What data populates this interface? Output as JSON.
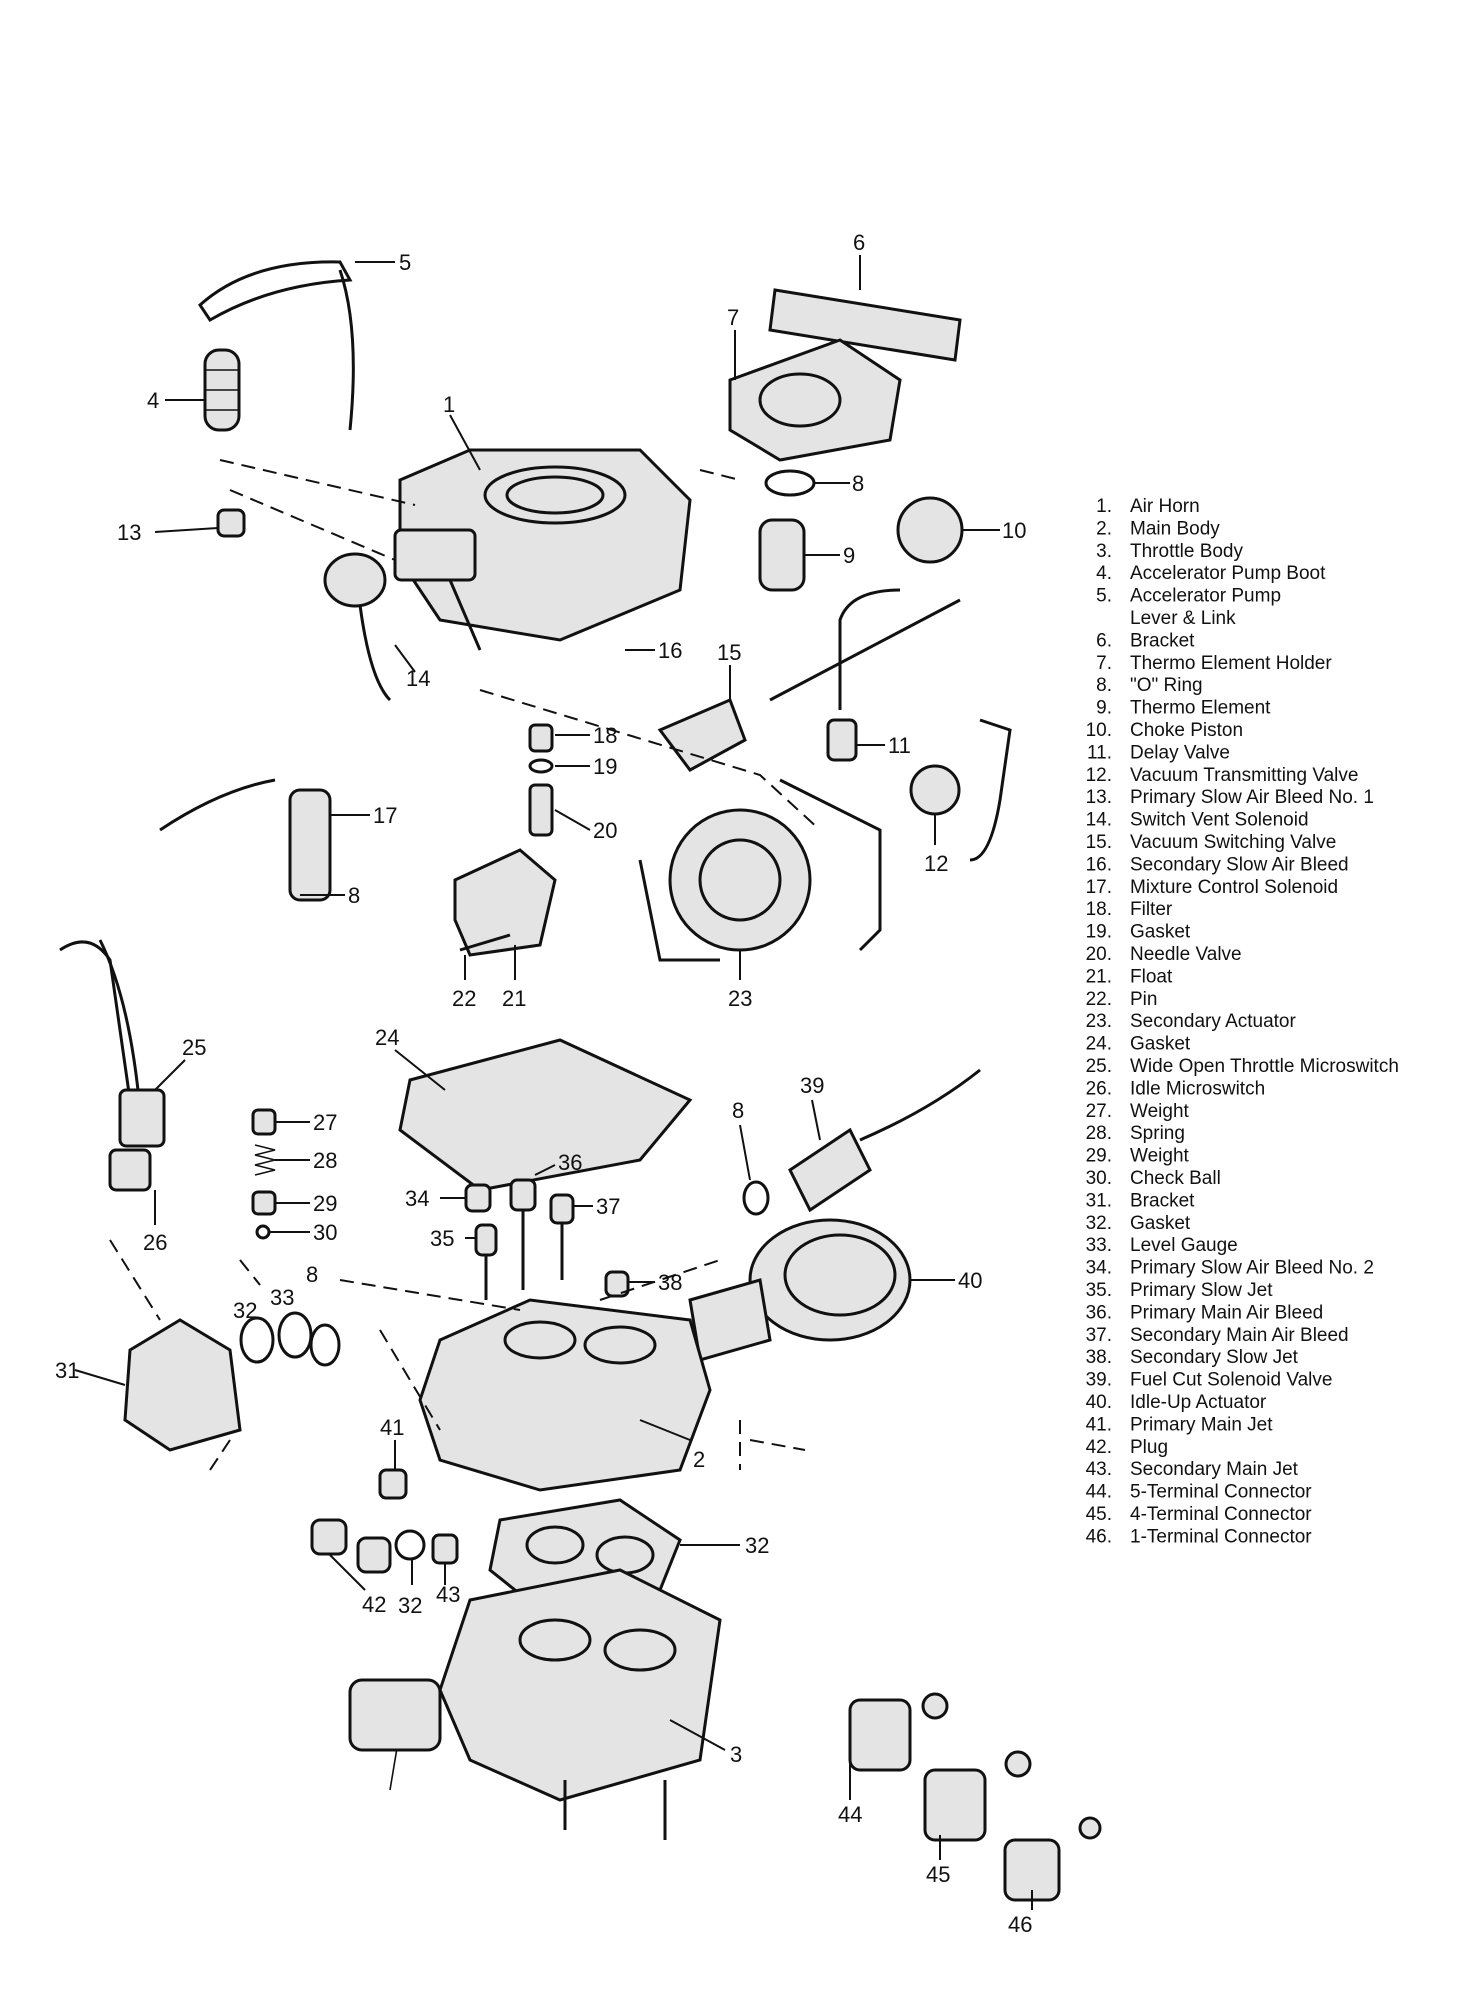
{
  "legend": [
    {
      "num": "1.",
      "label": "Air Horn"
    },
    {
      "num": "2.",
      "label": "Main Body"
    },
    {
      "num": "3.",
      "label": "Throttle Body"
    },
    {
      "num": "4.",
      "label": "Accelerator Pump Boot"
    },
    {
      "num": "5.",
      "label": "Accelerator Pump"
    },
    {
      "num": "",
      "label": "Lever & Link"
    },
    {
      "num": "6.",
      "label": "Bracket"
    },
    {
      "num": "7.",
      "label": "Thermo Element Holder"
    },
    {
      "num": "8.",
      "label": "\"O\" Ring"
    },
    {
      "num": "9.",
      "label": "Thermo Element"
    },
    {
      "num": "10.",
      "label": "Choke Piston"
    },
    {
      "num": "11.",
      "label": "Delay Valve"
    },
    {
      "num": "12.",
      "label": "Vacuum Transmitting Valve"
    },
    {
      "num": "13.",
      "label": "Primary Slow Air Bleed No. 1"
    },
    {
      "num": "14.",
      "label": "Switch Vent Solenoid"
    },
    {
      "num": "15.",
      "label": "Vacuum Switching Valve"
    },
    {
      "num": "16.",
      "label": "Secondary Slow Air Bleed"
    },
    {
      "num": "17.",
      "label": "Mixture Control Solenoid"
    },
    {
      "num": "18.",
      "label": "Filter"
    },
    {
      "num": "19.",
      "label": "Gasket"
    },
    {
      "num": "20.",
      "label": "Needle Valve"
    },
    {
      "num": "21.",
      "label": "Float"
    },
    {
      "num": "22.",
      "label": "Pin"
    },
    {
      "num": "23.",
      "label": "Secondary Actuator"
    },
    {
      "num": "24.",
      "label": "Gasket"
    },
    {
      "num": "25.",
      "label": "Wide Open Throttle Microswitch"
    },
    {
      "num": "26.",
      "label": "Idle Microswitch"
    },
    {
      "num": "27.",
      "label": "Weight"
    },
    {
      "num": "28.",
      "label": "Spring"
    },
    {
      "num": "29.",
      "label": "Weight"
    },
    {
      "num": "30.",
      "label": "Check Ball"
    },
    {
      "num": "31.",
      "label": "Bracket"
    },
    {
      "num": "32.",
      "label": "Gasket"
    },
    {
      "num": "33.",
      "label": "Level Gauge"
    },
    {
      "num": "34.",
      "label": "Primary Slow Air Bleed No. 2"
    },
    {
      "num": "35.",
      "label": "Primary Slow Jet"
    },
    {
      "num": "36.",
      "label": "Primary Main Air Bleed"
    },
    {
      "num": "37.",
      "label": "Secondary Main Air Bleed"
    },
    {
      "num": "38.",
      "label": "Secondary Slow Jet"
    },
    {
      "num": "39.",
      "label": "Fuel Cut Solenoid Valve"
    },
    {
      "num": "40.",
      "label": "Idle-Up Actuator"
    },
    {
      "num": "41.",
      "label": "Primary Main Jet"
    },
    {
      "num": "42.",
      "label": "Plug"
    },
    {
      "num": "43.",
      "label": "Secondary Main Jet"
    },
    {
      "num": "44.",
      "label": "5-Terminal Connector"
    },
    {
      "num": "45.",
      "label": "4-Terminal Connector"
    },
    {
      "num": "46.",
      "label": "1-Terminal Connector"
    }
  ],
  "callouts": [
    "1",
    "2",
    "3",
    "4",
    "5",
    "6",
    "7",
    "8",
    "8",
    "8",
    "8",
    "9",
    "10",
    "11",
    "12",
    "13",
    "14",
    "15",
    "16",
    "17",
    "18",
    "19",
    "20",
    "21",
    "22",
    "23",
    "24",
    "25",
    "26",
    "27",
    "28",
    "29",
    "30",
    "31",
    "32",
    "32",
    "32",
    "33",
    "34",
    "35",
    "36",
    "37",
    "38",
    "39",
    "40",
    "41",
    "42",
    "43",
    "44",
    "45",
    "46"
  ]
}
